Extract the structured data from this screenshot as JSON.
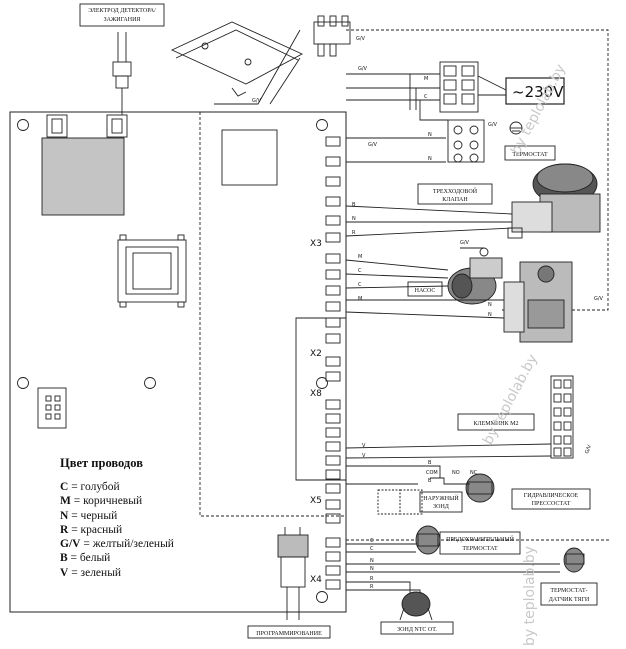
{
  "watermark": "by teplolab.by",
  "labels": {
    "electrode": [
      "ЭЛЕКТРОД ДЕТЕКТОРА/",
      "ЗАЖИГАНИЯ"
    ],
    "voltage": "~230V",
    "thermostat": "ТЕРМОСТАТ",
    "valve": [
      "ТРЕХХОДОВОЙ",
      "КЛАПАН"
    ],
    "pump": "НАСОС",
    "terminal_m2": "КЛЕММНИК М2",
    "draft_probe": [
      "НАРУЖНЫЙ",
      "ЗОНД"
    ],
    "pressure_switch": [
      "ГИДРАВЛИЧЕСКОЕ",
      "ПРЕССОСТАТ"
    ],
    "safety_thermostat": [
      "ПРЕДОХРАНИТЕЛЬНЫЙ",
      "ТЕРМОСТАТ"
    ],
    "flue_thermostat": [
      "ТЕРМОСТАТ-",
      "ДАТЧИК ТЯГИ"
    ],
    "programming": "ПРОГРАММИРОВАНИЕ",
    "ntc_probe": "ЗОНД NTC ОТ."
  },
  "connectors": {
    "x3": "X3",
    "x2": "X2",
    "x8": "X8",
    "x5": "X5",
    "x4": "X4"
  },
  "wires": {
    "gv": "G/V",
    "m": "M",
    "c": "C",
    "n": "N",
    "b": "B",
    "r": "R",
    "v": "V",
    "com": "COM",
    "no": "NO",
    "nc": "NC"
  },
  "legend": {
    "title": "Цвет проводов",
    "items": [
      {
        "code": "C",
        "text": " = голубой"
      },
      {
        "code": "M",
        "text": " = коричневый"
      },
      {
        "code": "N",
        "text": " = черный"
      },
      {
        "code": "R",
        "text": " = красный"
      },
      {
        "code": "G/V",
        "text": " = желтый/зеленый"
      },
      {
        "code": "B",
        "text": " = белый"
      },
      {
        "code": "V",
        "text": " = зеленый"
      }
    ]
  }
}
